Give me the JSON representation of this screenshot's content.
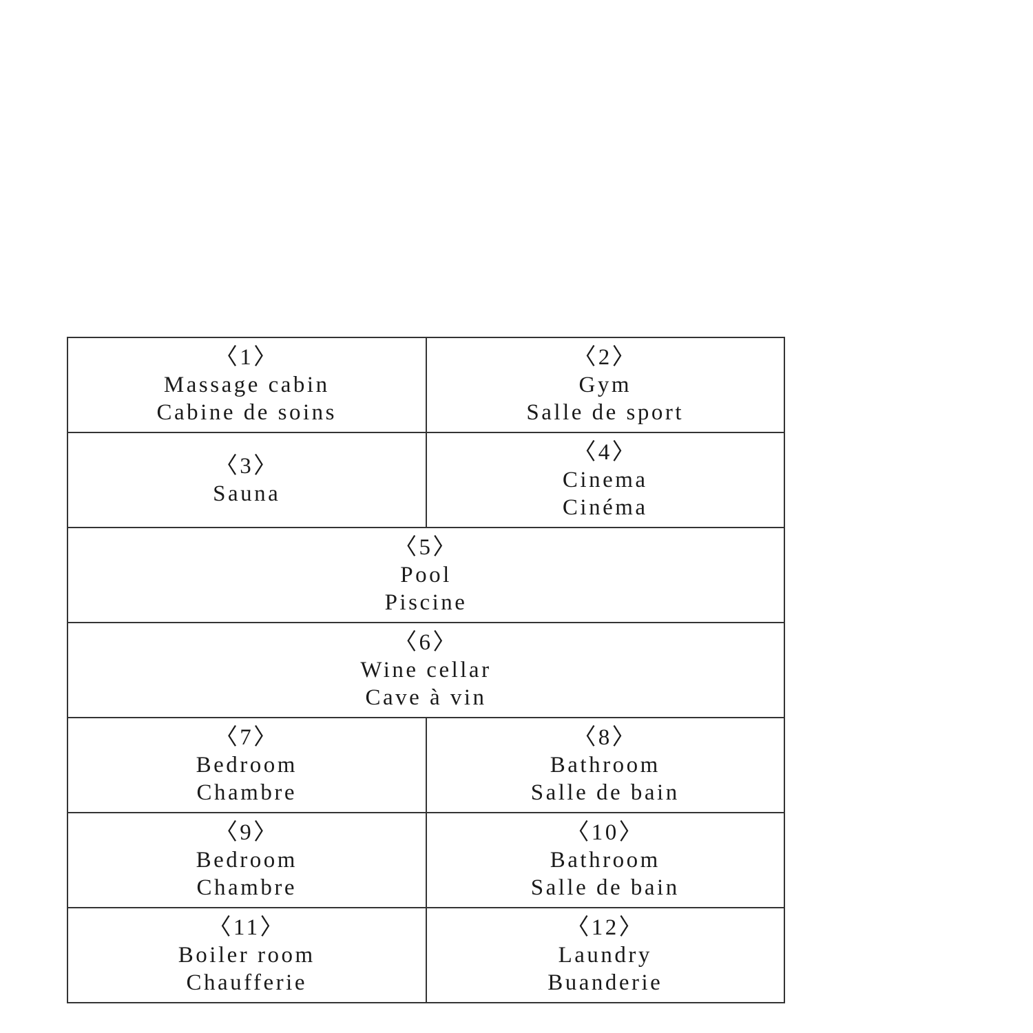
{
  "rooms": [
    {
      "number": "〈1〉",
      "en": "Massage cabin",
      "fr": "Cabine de soins"
    },
    {
      "number": "〈2〉",
      "en": "Gym",
      "fr": "Salle de sport"
    },
    {
      "number": "〈3〉",
      "en": "Sauna",
      "fr": ""
    },
    {
      "number": "〈4〉",
      "en": "Cinema",
      "fr": "Cinéma"
    },
    {
      "number": "〈5〉",
      "en": "Pool",
      "fr": "Piscine"
    },
    {
      "number": "〈6〉",
      "en": "Wine cellar",
      "fr": "Cave à vin"
    },
    {
      "number": "〈7〉",
      "en": "Bedroom",
      "fr": "Chambre"
    },
    {
      "number": "〈8〉",
      "en": "Bathroom",
      "fr": "Salle de bain"
    },
    {
      "number": "〈9〉",
      "en": "Bedroom",
      "fr": "Chambre"
    },
    {
      "number": "〈10〉",
      "en": "Bathroom",
      "fr": "Salle de bain"
    },
    {
      "number": "〈11〉",
      "en": "Boiler room",
      "fr": "Chaufferie"
    },
    {
      "number": "〈12〉",
      "en": "Laundry",
      "fr": "Buanderie"
    }
  ]
}
